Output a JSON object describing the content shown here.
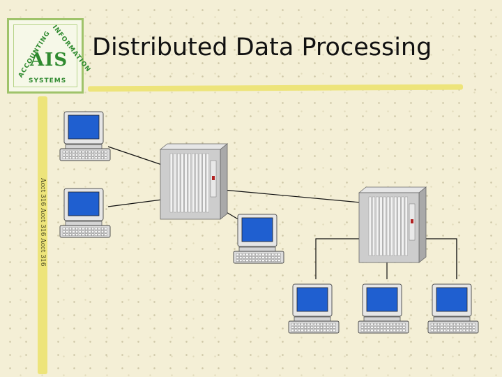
{
  "slide": {
    "title": "Distributed Data Processing",
    "logo": {
      "mark": "AIS",
      "arc_left": "ACCOUNTING",
      "arc_right": "INFORMATION",
      "bottom": "SYSTEMS"
    },
    "side_caption": "Acct 316   Acct 316   Acct 316"
  },
  "diagram": {
    "nodes": [
      {
        "id": "pc-top-left",
        "type": "workstation"
      },
      {
        "id": "pc-mid-left",
        "type": "workstation"
      },
      {
        "id": "server-1",
        "type": "server-rack"
      },
      {
        "id": "pc-center",
        "type": "workstation"
      },
      {
        "id": "server-2",
        "type": "server-rack"
      },
      {
        "id": "pc-bottom-1",
        "type": "workstation"
      },
      {
        "id": "pc-bottom-2",
        "type": "workstation"
      },
      {
        "id": "pc-bottom-3",
        "type": "workstation"
      }
    ],
    "links": [
      [
        "pc-top-left",
        "server-1"
      ],
      [
        "pc-mid-left",
        "server-1"
      ],
      [
        "server-1",
        "pc-center"
      ],
      [
        "server-1",
        "server-2"
      ],
      [
        "server-2",
        "pc-bottom-1"
      ],
      [
        "server-2",
        "pc-bottom-2"
      ],
      [
        "server-2",
        "pc-bottom-3"
      ]
    ],
    "colors": {
      "screen": "#1f5fd0",
      "monitor": "#e6e6e6",
      "rack": "#cdcdcd",
      "link": "#111111"
    }
  }
}
